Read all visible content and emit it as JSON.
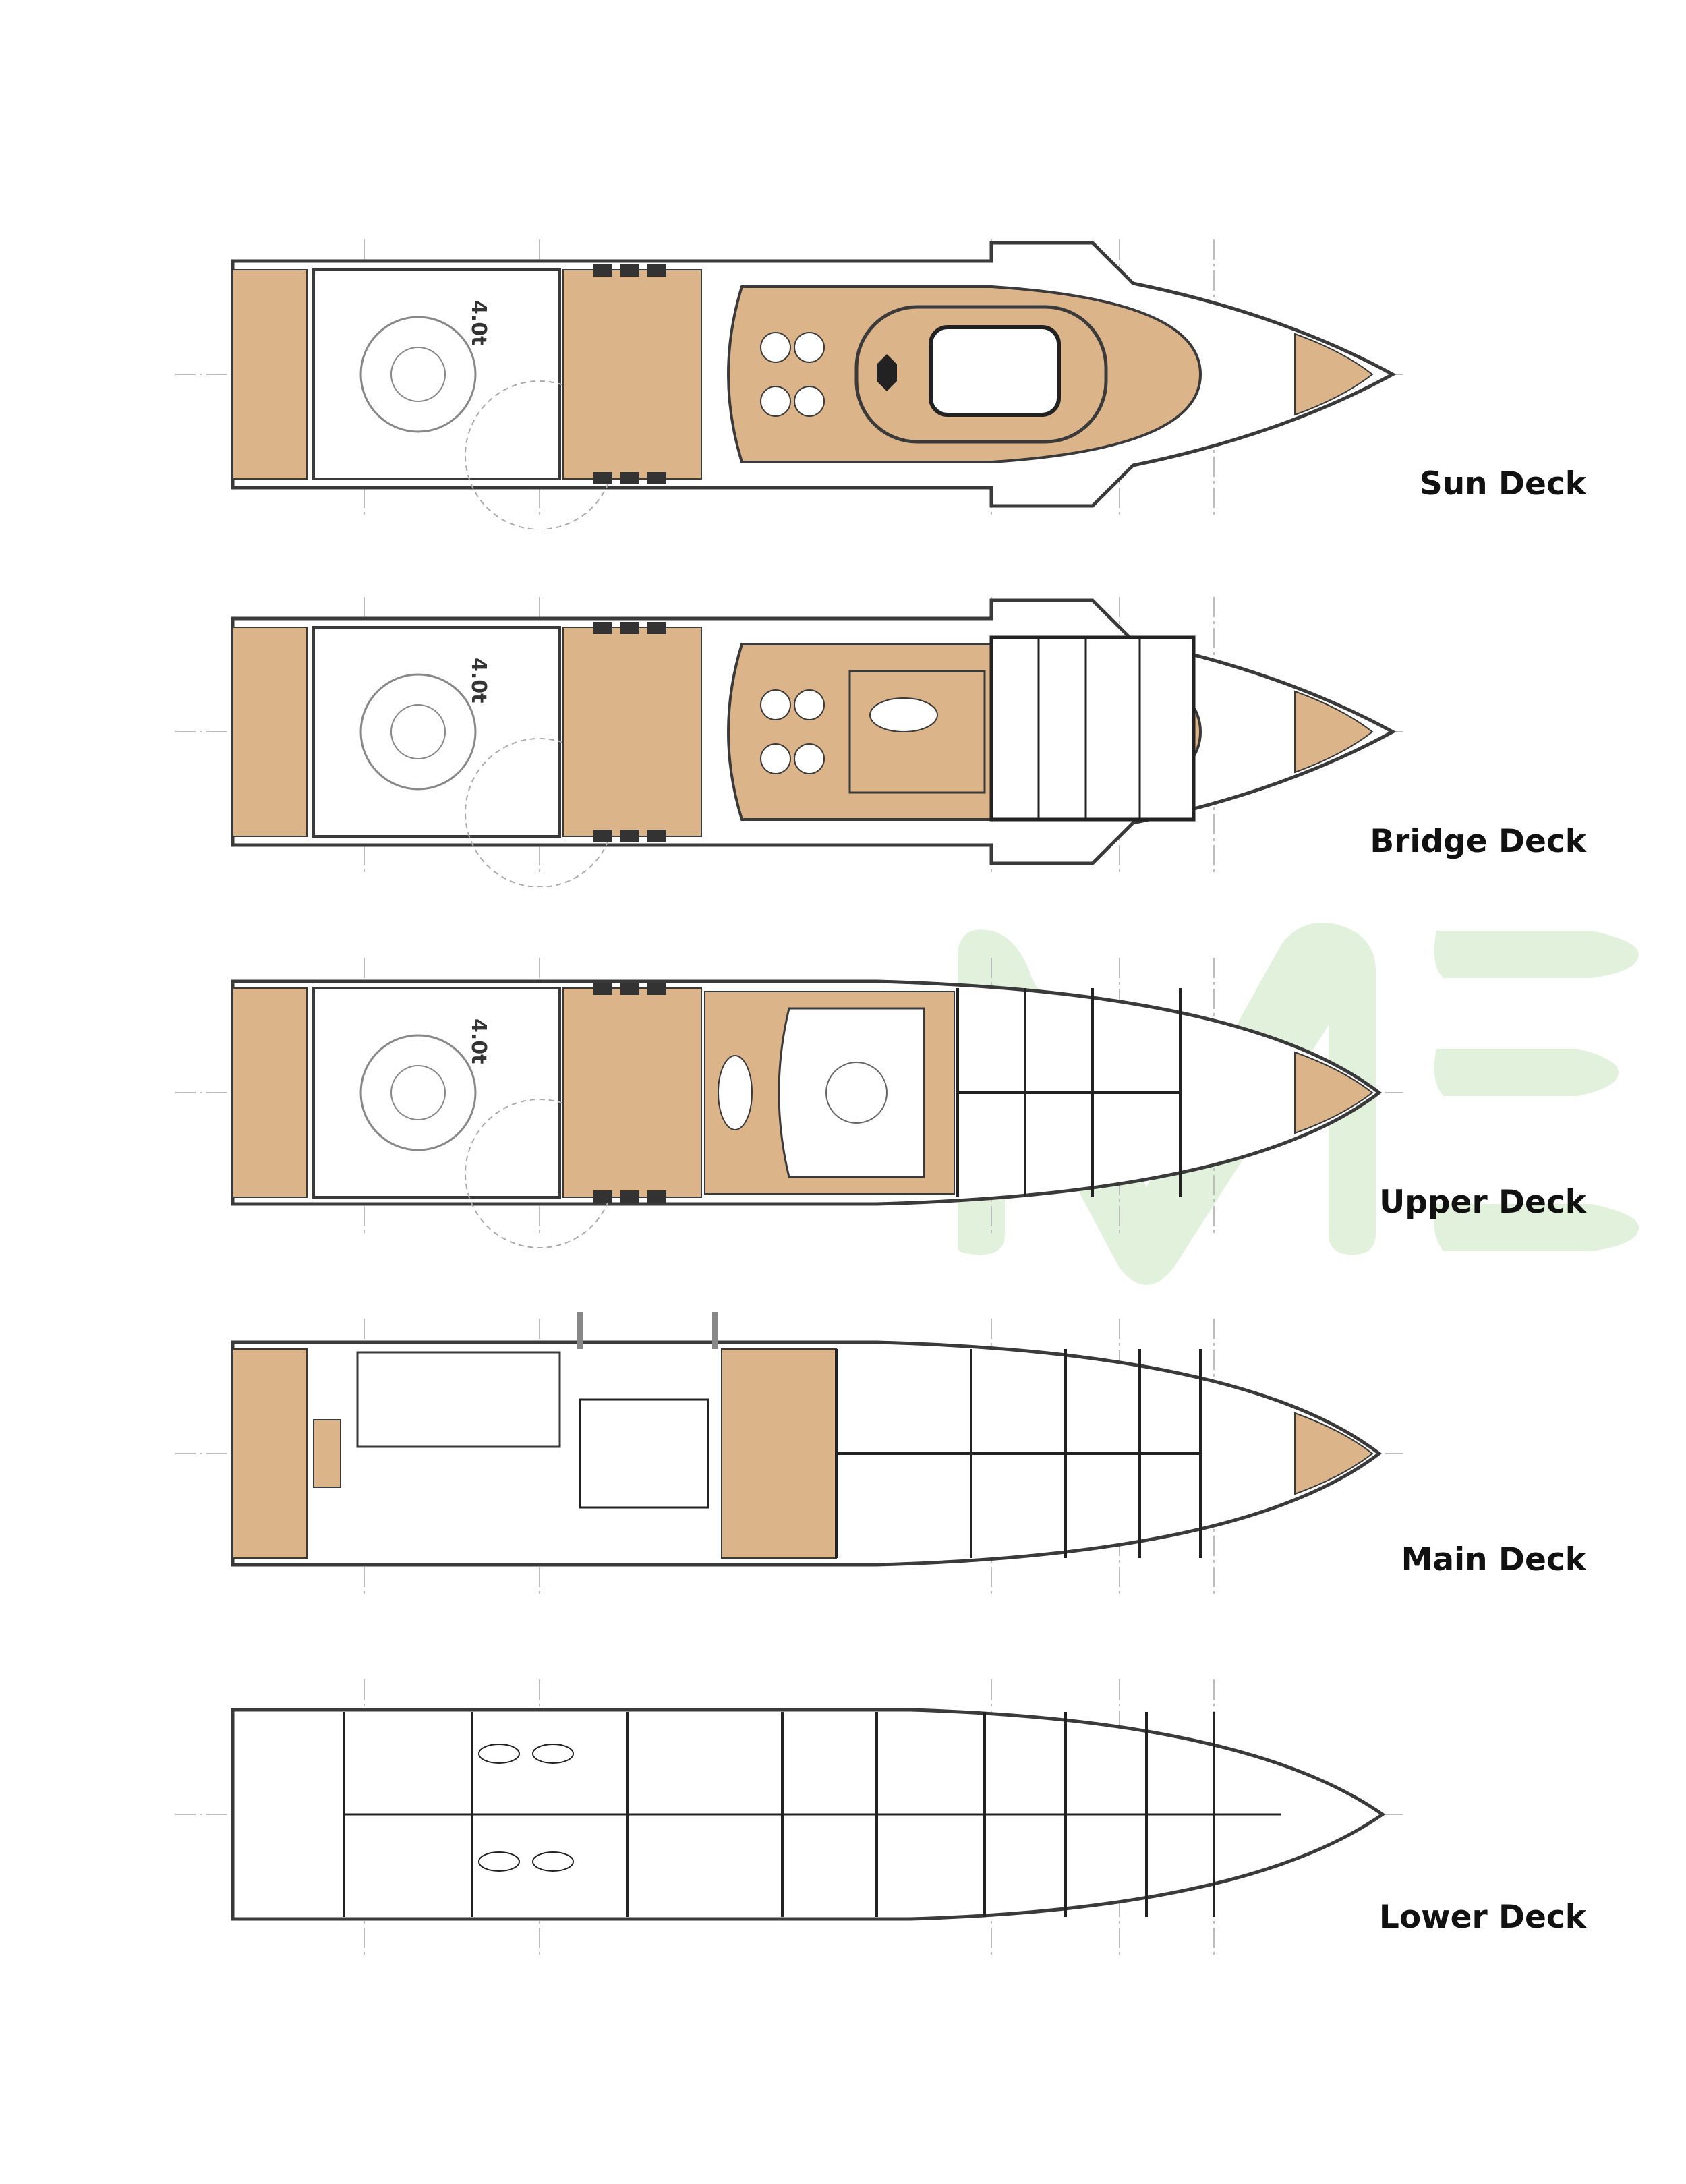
{
  "watermark": {
    "text": "ME",
    "color": "#d9efd3"
  },
  "colors": {
    "wood": "#dcb48a",
    "wood_dark": "#c99c6d",
    "line": "#3a3a3a",
    "grid": "#bdbdbd"
  },
  "decks": [
    {
      "label": "Sun Deck",
      "type": "sun",
      "helipad_weight": "4.0t"
    },
    {
      "label": "Bridge Deck",
      "type": "bridge",
      "helipad_weight": "4.0t"
    },
    {
      "label": "Upper Deck",
      "type": "upper",
      "helipad_weight": "4.0t"
    },
    {
      "label": "Main Deck",
      "type": "main"
    },
    {
      "label": "Lower Deck",
      "type": "lower"
    }
  ]
}
